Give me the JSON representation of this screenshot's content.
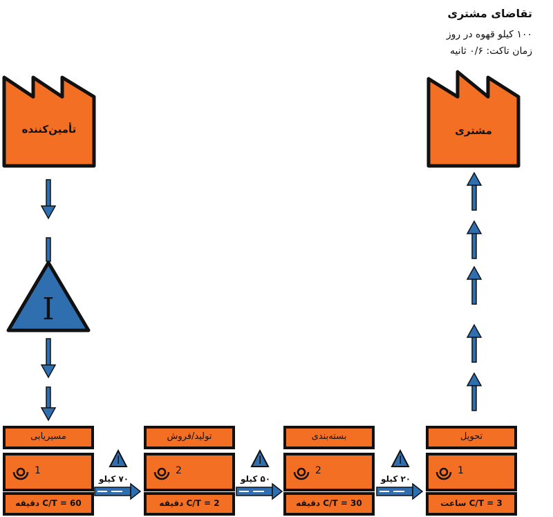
{
  "demand": {
    "title": "تقاضای مشتری",
    "line1": "۱۰۰ کیلو قهوه در روز",
    "line2": "زمان تاکت: ۰/۶ ثانیه"
  },
  "supplier": {
    "label": "تأمین‌کننده"
  },
  "customer": {
    "label": "مشتری"
  },
  "inventory": {
    "symbol": "I"
  },
  "processes": [
    {
      "name": "مسیریابی",
      "operators": "1",
      "ct": "C/T = 60 دقیقه"
    },
    {
      "name": "تولید/فروش",
      "operators": "2",
      "ct": "C/T = 2 دقیقه"
    },
    {
      "name": "بسته‌بندی",
      "operators": "2",
      "ct": "C/T = 30 دقیقه"
    },
    {
      "name": "تحویل",
      "operators": "1",
      "ct": "C/T = 3 ساعت"
    }
  ],
  "transfers": [
    {
      "qty": "۷۰ کیلو"
    },
    {
      "qty": "۵۰ کیلو"
    },
    {
      "qty": "۲۰ کیلو"
    }
  ],
  "colors": {
    "orange": "#f26f24",
    "blue": "#2f6fb0",
    "stroke": "#111111"
  }
}
